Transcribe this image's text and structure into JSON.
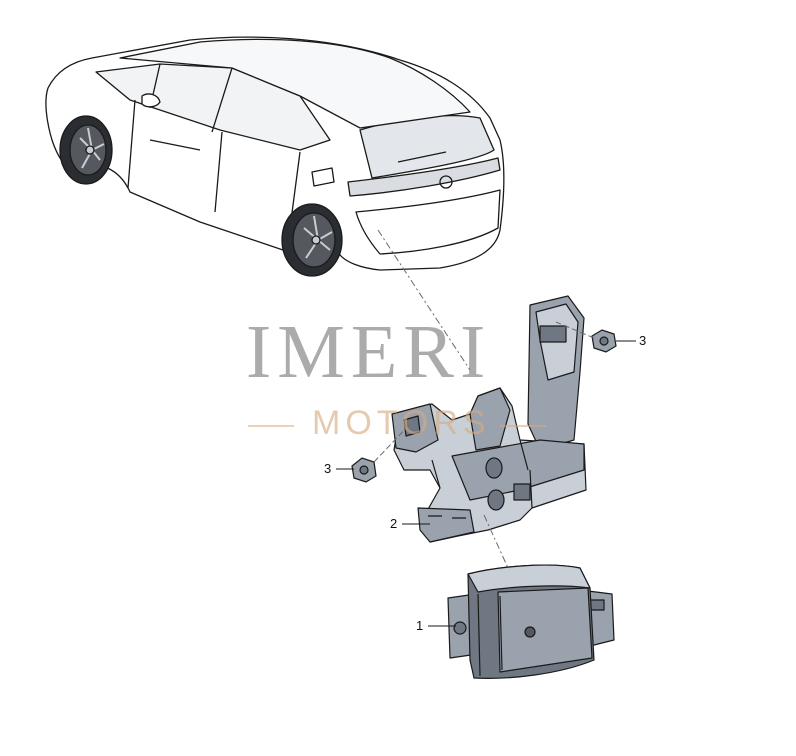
{
  "watermark": {
    "brand": "IMERI",
    "sub": "MOTORS"
  },
  "callouts": {
    "part_1": "1",
    "part_2": "2",
    "part_3_right": "3",
    "part_3_left": "3"
  },
  "colors": {
    "line": "#1a1a1a",
    "car_fill": "#ffffff",
    "part_fill": "#c9cfd6",
    "part_shade": "#9aa3ad",
    "part_dark": "#6f7882",
    "glass": "#e3e7eb"
  }
}
